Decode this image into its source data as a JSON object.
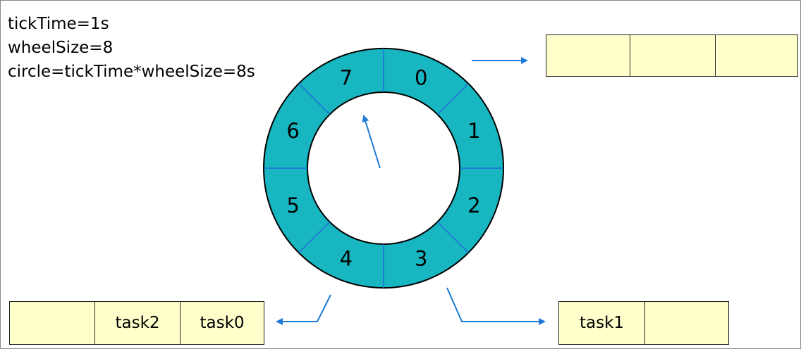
{
  "params": {
    "tick_time": "tickTime=1s",
    "wheel_size": "wheelSize=8",
    "circle": "circle=tickTime*wheelSize=8s"
  },
  "wheel": {
    "slots": [
      "0",
      "1",
      "2",
      "3",
      "4",
      "5",
      "6",
      "7"
    ],
    "ring_color": "#17b6c0",
    "divider_color": "#1d6fd6",
    "pointer_color": "#1d7ad8"
  },
  "buckets": {
    "top_right": [
      "",
      "",
      ""
    ],
    "bottom_left": [
      "",
      "task2",
      "task0"
    ],
    "bottom_right": [
      "task1",
      ""
    ]
  },
  "bucket_fill": "#ffffcc"
}
